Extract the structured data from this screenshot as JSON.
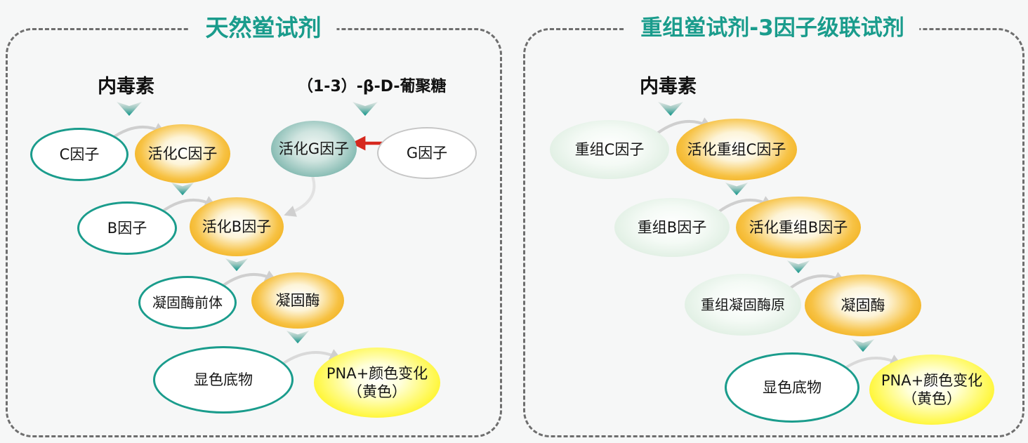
{
  "colors": {
    "teal_accent": "#1a9c8c",
    "orange_fill": "#efa80a",
    "yellow_fill": "#fff000",
    "pale_green_fill": "#d2e7d8",
    "gray_arrow": "#cfcfcf",
    "red_arrow": "#d6281e",
    "dash_border": "#6e6e6e"
  },
  "left_panel": {
    "title": "天然鲎试剂",
    "endotoxin_label": "内毒素",
    "glucan_label": "（1-3）-β-D-葡聚糖",
    "nodes": {
      "factor_c": "C因子",
      "activated_factor_c": "活化C因子",
      "activated_factor_g": "活化G因子",
      "factor_g": "G因子",
      "factor_b": "B因子",
      "activated_factor_b": "活化B因子",
      "proclotting_enzyme": "凝固酶前体",
      "clotting_enzyme": "凝固酶",
      "chromogenic_substrate": "显色底物",
      "pna_line1": "PNA+颜色变化",
      "pna_line2": "（黄色）"
    }
  },
  "right_panel": {
    "title": "重组鲎试剂-3因子级联试剂",
    "endotoxin_label": "内毒素",
    "nodes": {
      "recombinant_factor_c": "重组C因子",
      "activated_recombinant_factor_c": "活化重组C因子",
      "recombinant_factor_b": "重组B因子",
      "activated_recombinant_factor_b": "活化重组B因子",
      "recombinant_proclotting_enzyme": "重组凝固酶原",
      "clotting_enzyme": "凝固酶",
      "chromogenic_substrate": "显色底物",
      "pna_line1": "PNA+颜色变化",
      "pna_line2": "（黄色）"
    }
  }
}
